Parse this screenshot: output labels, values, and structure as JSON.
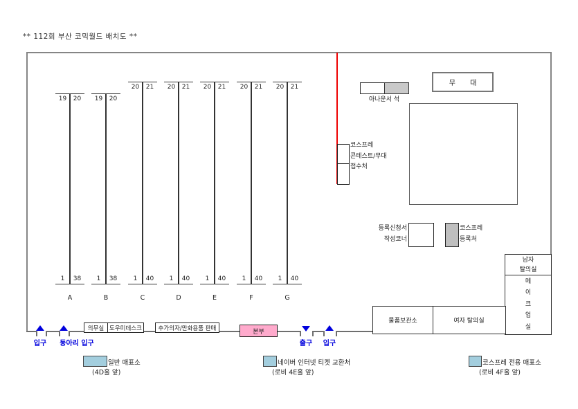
{
  "title": "** 112회 부산 코믹월드 배치도 **",
  "colors": {
    "wall_gray": "#858585",
    "red_line": "#ee0000",
    "gate_blue": "#0000dd",
    "hq_pink": "#ffaacc",
    "gray_fill": "#c9c9c9",
    "legend_blue": "#a3cede"
  },
  "booths": {
    "columns": [
      {
        "letter": "A",
        "top_left": "19",
        "top_right": "20",
        "bottom_left": "1",
        "bottom_right": "38"
      },
      {
        "letter": "B",
        "top_left": "19",
        "top_right": "20",
        "bottom_left": "1",
        "bottom_right": "38"
      },
      {
        "letter": "C",
        "top_left": "20",
        "top_right": "21",
        "bottom_left": "1",
        "bottom_right": "40"
      },
      {
        "letter": "D",
        "top_left": "20",
        "top_right": "21",
        "bottom_left": "1",
        "bottom_right": "40"
      },
      {
        "letter": "E",
        "top_left": "20",
        "top_right": "21",
        "bottom_left": "1",
        "bottom_right": "40"
      },
      {
        "letter": "F",
        "top_left": "20",
        "top_right": "21",
        "bottom_left": "1",
        "bottom_right": "40"
      },
      {
        "letter": "G",
        "top_left": "20",
        "top_right": "21",
        "bottom_left": "1",
        "bottom_right": "40"
      }
    ]
  },
  "stage": {
    "label": "무 대"
  },
  "announcer": {
    "label": "아나운서 석"
  },
  "cosplay_stage_reception": {
    "line1": "코스프레",
    "line2": "콘테스트/무대",
    "line3": "접수처"
  },
  "registration_form_corner": {
    "line1": "등록신청서",
    "line2": "작성코너"
  },
  "cosplay_registration": {
    "line1": "코스프레",
    "line2": "등록처"
  },
  "rooms": {
    "male_changing": {
      "line1": "남자",
      "line2": "탈의실"
    },
    "makeup": {
      "chars": [
        "메",
        "이",
        "크",
        "업",
        "실"
      ]
    },
    "storage": {
      "label": "물품보관소"
    },
    "female_changing": {
      "label": "여자 탈의실"
    }
  },
  "facilities": {
    "medical": "의무실",
    "helper_desk": "도우미데스크",
    "extra_sales": "추가의자/만화용품 판매",
    "hq": "본부"
  },
  "gates": {
    "entrance_left": "입구",
    "club_entrance": "동아리 입구",
    "exit": "출구",
    "entrance_right": "입구"
  },
  "legend": {
    "items": [
      {
        "label": "일반 매표소",
        "sub": "(4D홀 앞)"
      },
      {
        "label": "네이버 인터넷 티켓 교환처",
        "sub": "(로비 4E홀 앞)"
      },
      {
        "label": "코스프레 전용 매표소",
        "sub": "(로비 4F홀 앞)"
      }
    ]
  }
}
